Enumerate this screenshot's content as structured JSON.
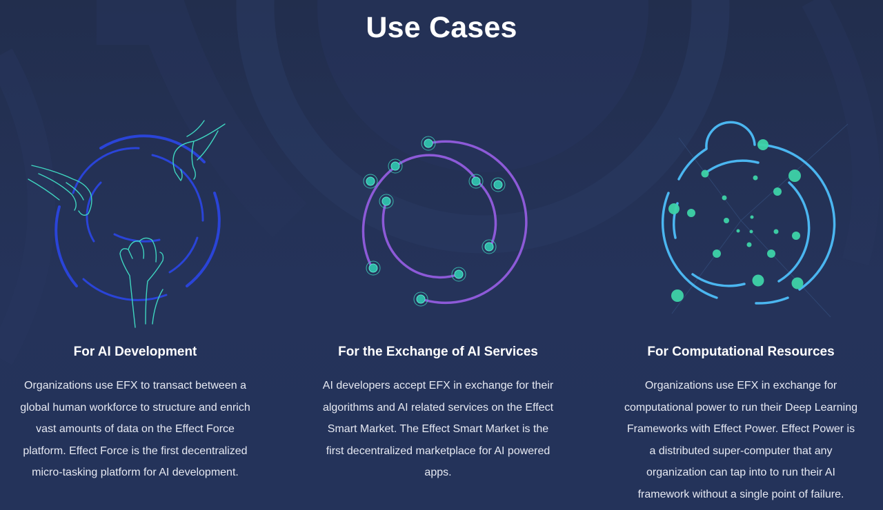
{
  "section": {
    "title": "Use Cases"
  },
  "cards": [
    {
      "title": "For AI Development",
      "text": "Organizations use EFX to transact between a global human workforce to structure and enrich vast amounts of data on the Effect Force platform. Effect Force is the first decentralized micro-tasking platform for AI development.",
      "icon": "hands-circle-icon",
      "accent_color": "#2a44d8",
      "line_color": "#3fd6c0"
    },
    {
      "title": "For the Exchange of AI Services",
      "text": "AI developers accept EFX in exchange for their algorithms and AI related services on the Effect Smart Market. The Effect Smart Market is the first decentralized marketplace for AI powered apps.",
      "icon": "orbit-nodes-icon",
      "accent_color": "#8d5ad8",
      "node_color": "#3fd6c0"
    },
    {
      "title": "For Computational Resources",
      "text": "Organizations use EFX in exchange for computational power to run their Deep Learning Frameworks with Effect Power. Effect Power is a distributed super-computer that any organization can tap into to run their AI framework without a single point of failure.",
      "icon": "particle-sphere-icon",
      "accent_color": "#4bb6f0",
      "node_color": "#3ed3a8"
    }
  ],
  "colors": {
    "background": "#233150",
    "text": "#ffffff"
  }
}
